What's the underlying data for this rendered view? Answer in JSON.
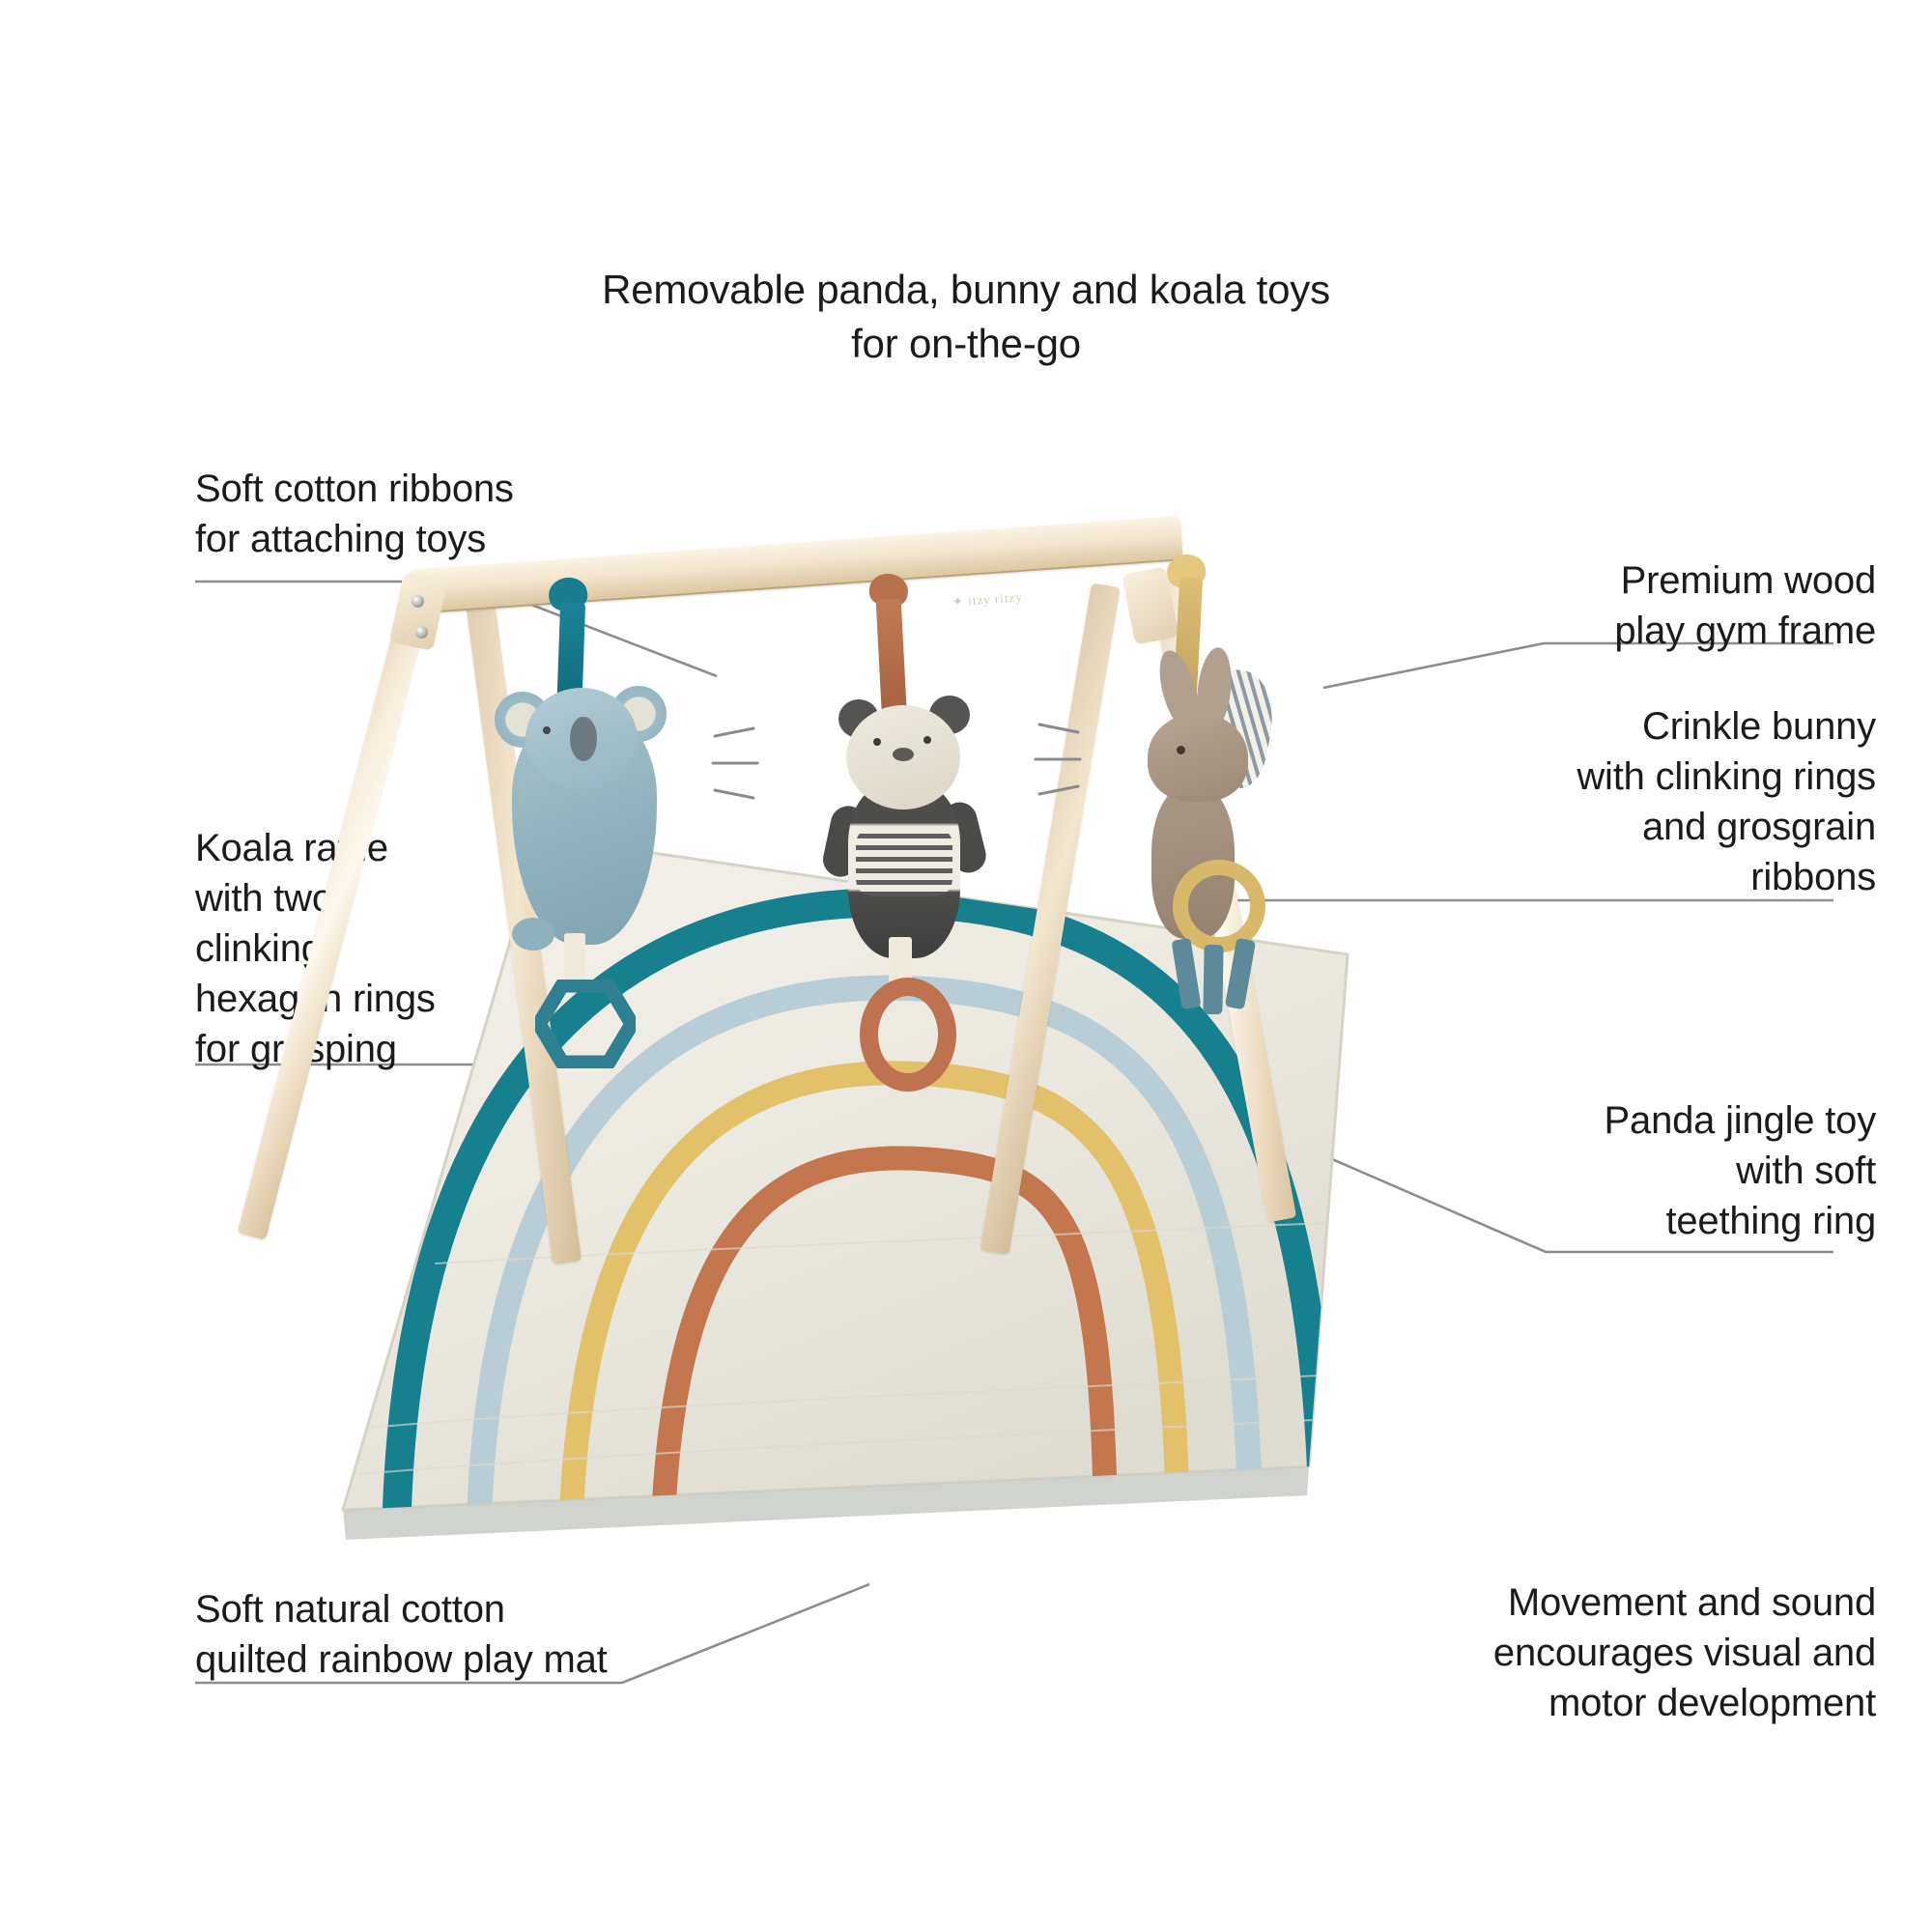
{
  "headline": "Removable panda, bunny and koala toys\nfor on-the-go",
  "callouts": [
    {
      "id": "ribbons",
      "text": "Soft cotton ribbons\nfor attaching toys",
      "align": "left"
    },
    {
      "id": "koala",
      "text": "Koala rattle\nwith two\nclinking\nhexagon rings\nfor grasping",
      "align": "left"
    },
    {
      "id": "mat",
      "text": "Soft natural cotton\nquilted rainbow play mat",
      "align": "left"
    },
    {
      "id": "wood",
      "text": "Premium wood\nplay gym frame",
      "align": "right"
    },
    {
      "id": "bunny",
      "text": "Crinkle bunny\nwith clinking rings\nand grosgrain\nribbons",
      "align": "right"
    },
    {
      "id": "panda",
      "text": "Panda jingle toy\nwith soft\nteething ring",
      "align": "right"
    },
    {
      "id": "movement",
      "text": "Movement and sound\nencourages visual and\nmotor development",
      "align": "right"
    }
  ],
  "product": {
    "name": "wooden-baby-play-gym-with-rainbow-mat",
    "frame_material": "natural pine wood",
    "toys": [
      {
        "name": "koala-rattle",
        "ribbon_color": "#187e8f",
        "body_color": "#8fb1bc",
        "ring_shape": "hexagon",
        "ring_color": "#2f7f92"
      },
      {
        "name": "panda-jingle",
        "ribbon_color": "#bf7250",
        "body_color": "#4d4d4c",
        "ring_shape": "circle",
        "ring_color": "#bf7250"
      },
      {
        "name": "crinkle-bunny",
        "ribbon_color": "#d8b96a",
        "body_color": "#a89684",
        "ring_shape": "circle",
        "ring_color": "#d8b96a"
      }
    ],
    "mat": {
      "base_color": "#efece4",
      "rainbow_colors": [
        "#17808f",
        "#b8cdd6",
        "#e3c06a",
        "#c4764f"
      ],
      "rainbow_order_outside_in": [
        "teal",
        "light blue",
        "golden yellow",
        "terracotta"
      ]
    }
  },
  "colors": {
    "text": "#1b1b1b",
    "leader_line": "#8d8d8d",
    "background": "#ffffff",
    "wood_light": "#f6ecd9",
    "wood_dark": "#d3bd98"
  }
}
